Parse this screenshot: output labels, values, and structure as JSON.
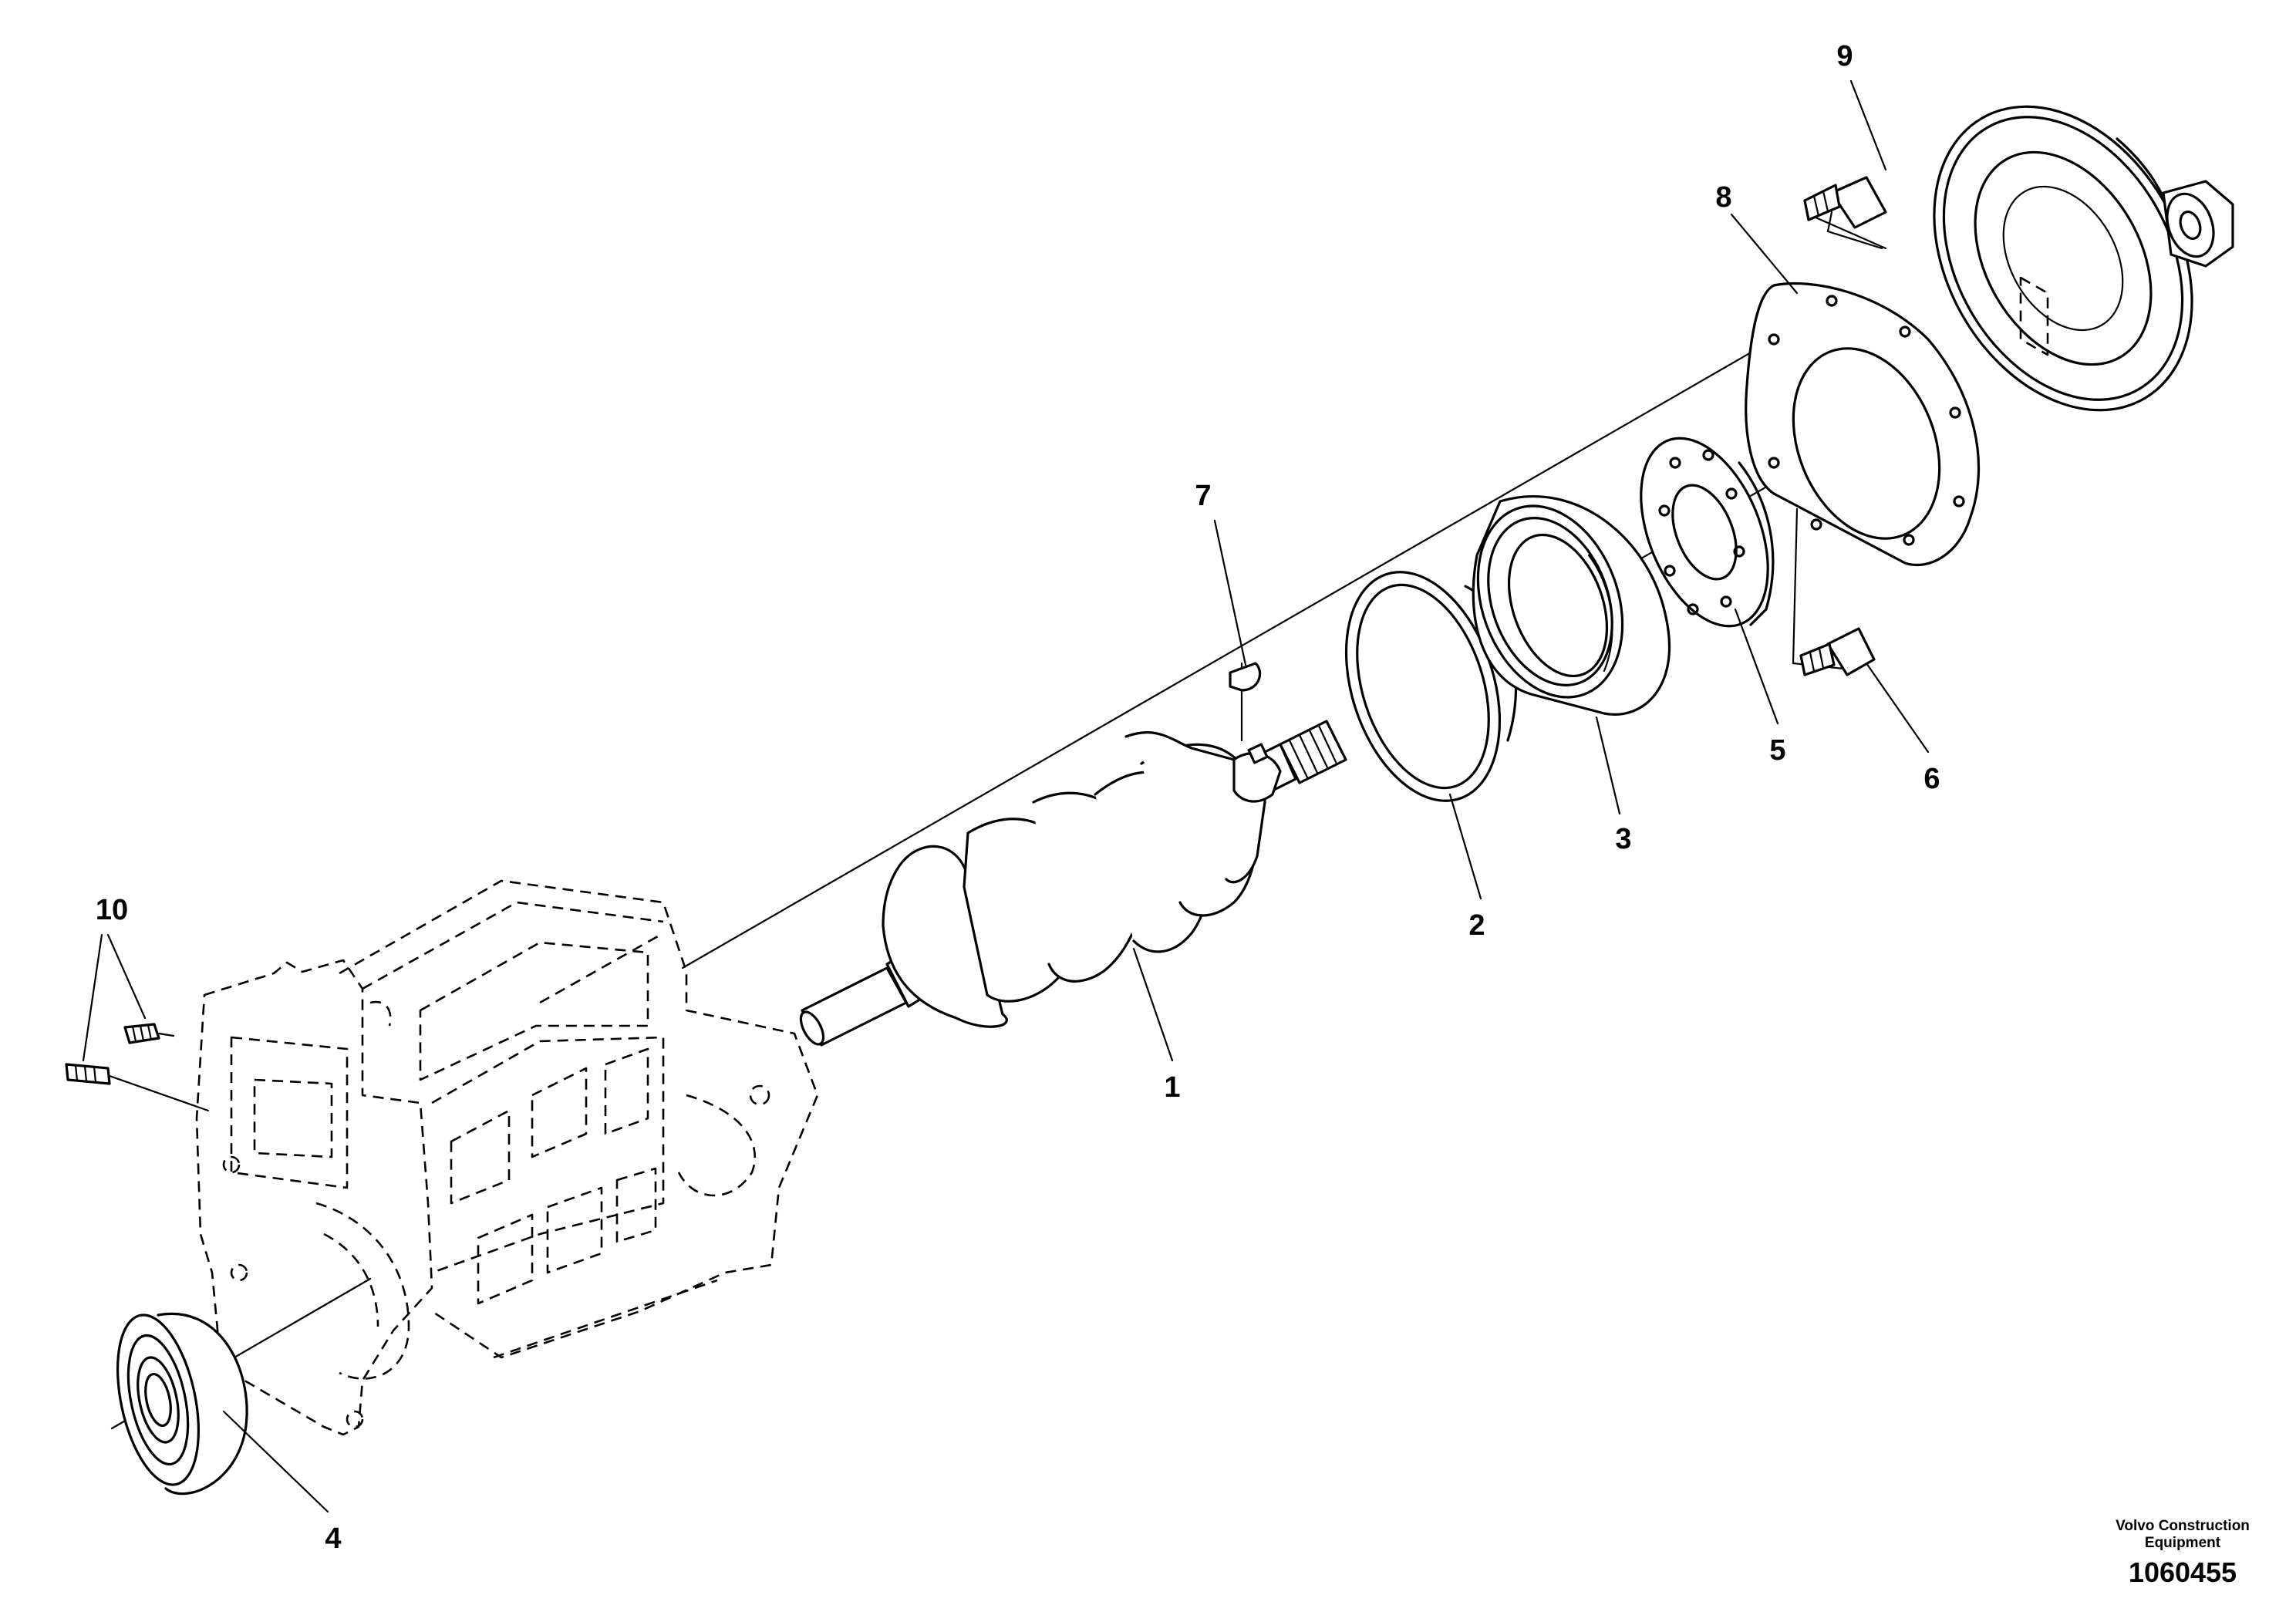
{
  "callouts": [
    {
      "id": "1",
      "label": "1"
    },
    {
      "id": "2",
      "label": "2"
    },
    {
      "id": "3",
      "label": "3"
    },
    {
      "id": "4",
      "label": "4"
    },
    {
      "id": "5",
      "label": "5"
    },
    {
      "id": "6",
      "label": "6"
    },
    {
      "id": "7",
      "label": "7"
    },
    {
      "id": "8",
      "label": "8"
    },
    {
      "id": "9",
      "label": "9"
    },
    {
      "id": "10",
      "label": "10"
    }
  ],
  "brand": {
    "line1": "Volvo Construction",
    "line2": "Equipment"
  },
  "drawing_number": "1060455"
}
